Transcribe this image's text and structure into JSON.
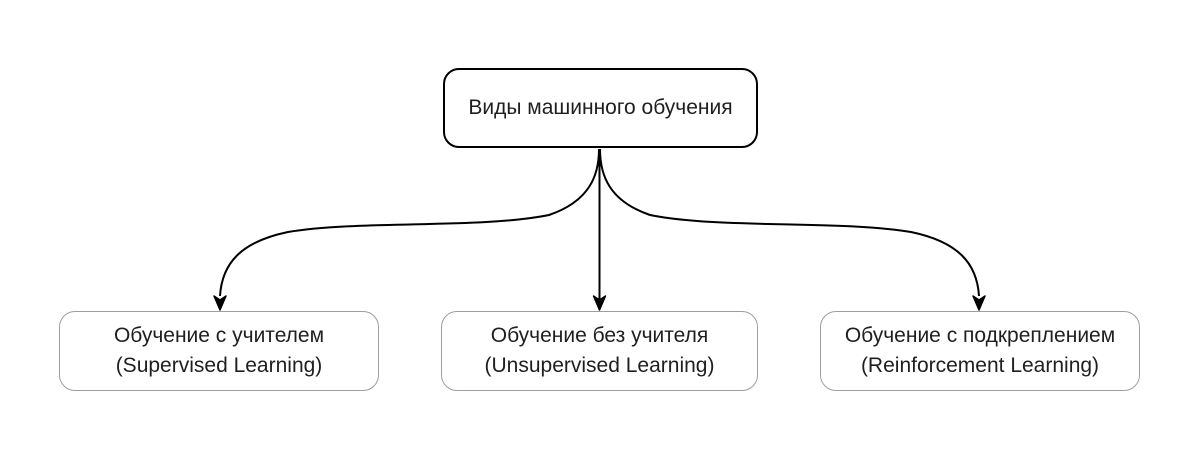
{
  "diagram": {
    "type": "flowchart-top-down",
    "root": {
      "label": "Виды машинного обучения"
    },
    "children": [
      {
        "id": "supervised",
        "line1": "Обучение с учителем",
        "line2": "(Supervised Learning)"
      },
      {
        "id": "unsupervised",
        "line1": "Обучение без учителя",
        "line2": "(Unsupervised Learning)"
      },
      {
        "id": "reinforcement",
        "line1": "Обучение с подкреплением",
        "line2": "(Reinforcement Learning)"
      }
    ],
    "edges": [
      {
        "from": "root",
        "to": "supervised",
        "style": "curved-left,  arrow-down"
      },
      {
        "from": "root",
        "to": "unsupervised",
        "style": "straight,     arrow-down"
      },
      {
        "from": "root",
        "to": "reinforcement",
        "style": "curved-right, arrow-down"
      }
    ],
    "colors": {
      "background": "#ffffff",
      "root_border": "#000000",
      "child_border": "#9e9e9e",
      "connector": "#000000",
      "text": "#1f1f1f",
      "node_fill": "#ffffff"
    }
  }
}
